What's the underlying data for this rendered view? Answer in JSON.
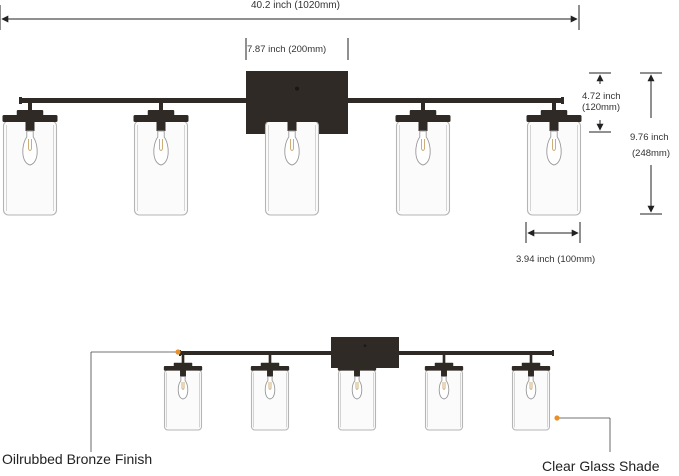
{
  "dimensions": {
    "overall_width": "40.2 inch (1020mm)",
    "backplate_width": "7.87 inch (200mm)",
    "backplate_height_inch": "4.72 inch",
    "backplate_height_mm": "(120mm)",
    "total_height_inch": "9.76 inch",
    "total_height_mm": "(248mm)",
    "shade_width": "3.94 inch (100mm)"
  },
  "callouts": {
    "finish": "Oilrubbed Bronze Finish",
    "shade": "Clear Glass Shade"
  },
  "colors": {
    "bronze": "#2f2a25",
    "glass_outline": "#b5b5b5",
    "accent_dot": "#e8912a",
    "dimension_line": "#222222"
  },
  "fixture": {
    "light_count": 5
  }
}
